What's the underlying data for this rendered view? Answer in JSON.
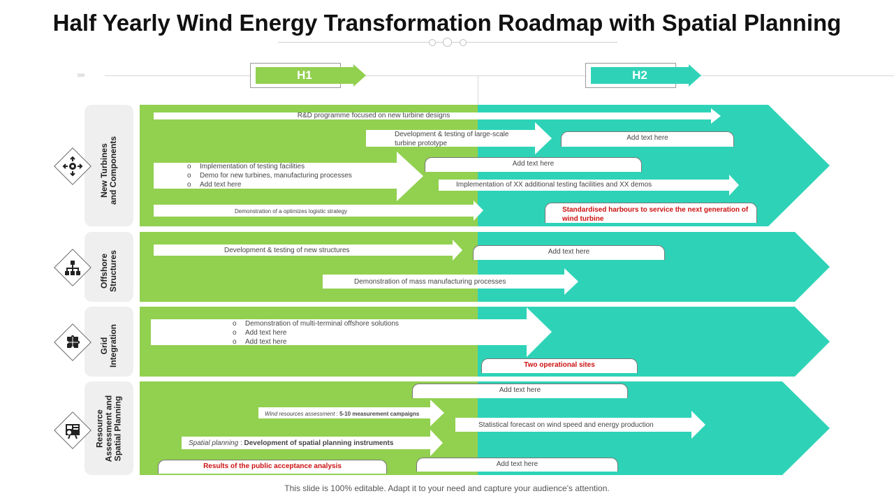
{
  "title": "Half Yearly Wind Energy Transformation Roadmap with Spatial Planning",
  "footer": "This slide is 100% editable. Adapt it to your need and capture your audience’s attention.",
  "colors": {
    "h1_green": "#92d050",
    "h2_teal": "#2ed3b7",
    "red_text": "#cc1111"
  },
  "phases": [
    {
      "label": "H1",
      "color": "#92d050"
    },
    {
      "label": "H2",
      "color": "#2ed3b7"
    }
  ],
  "categories": [
    {
      "label": "New Turbines\nand Components",
      "icon": "gear-arrows-icon"
    },
    {
      "label": "Offshore\nStructures",
      "icon": "hierarchy-icon"
    },
    {
      "label": "Grid\nIntegration",
      "icon": "puzzle-icon"
    },
    {
      "label": "Resource\nAssessment and\nSpatial Planning",
      "icon": "planning-board-icon"
    }
  ],
  "row1": {
    "rd": "R&D programme focused on new turbine designs",
    "dev_line1": "Development & testing of large-scale",
    "dev_line2": "turbine prototype",
    "box_a": "Add text here",
    "box_b": "Add text here",
    "bullets": [
      "Implementation of testing facilities",
      "Demo for new turbines, manufacturing processes",
      "Add text here"
    ],
    "bullet_marker": "o",
    "impl": "Implementation of XX additional testing facilities and XX demos",
    "demo": "Demonstration of a optimizes logistic strategy",
    "red_line1": "Standardised  harbours to service the next generation of",
    "red_line2": "wind turbine"
  },
  "row2": {
    "dev": "Development & testing of new structures",
    "box": "Add text here",
    "mass": "Demonstration of mass manufacturing processes"
  },
  "row3": {
    "bullets": [
      "Demonstration of multi-terminal offshore solutions",
      "Add text here",
      "Add text here"
    ],
    "red_box": "Two operational sites"
  },
  "row4": {
    "box_top": "Add text here",
    "wind_italic": "Wind resources  assessment",
    "wind_sep": " : ",
    "wind_bold": "5-10 measurement campaigns",
    "stat": "Statistical forecast on wind speed and energy production",
    "spatial_italic": "Spatial planning",
    "spatial_sep": " : ",
    "spatial_bold": "Development of spatial planning instruments",
    "red_box": "Results of the public acceptance analysis",
    "box_bottom": "Add text here"
  }
}
